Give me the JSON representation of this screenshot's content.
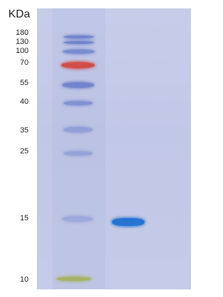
{
  "unit": "KDa",
  "ladder": [
    {
      "label": "180",
      "color": "#5a6fc4"
    },
    {
      "label": "130",
      "color": "#5a6fc4"
    },
    {
      "label": "100",
      "color": "#5f73c6"
    },
    {
      "label": "70",
      "color": "#d2423a"
    },
    {
      "label": "55",
      "color": "#5a6fc4"
    },
    {
      "label": "40",
      "color": "#6479c8"
    },
    {
      "label": "35",
      "color": "#7185cc"
    },
    {
      "label": "25",
      "color": "#7185cc"
    },
    {
      "label": "15",
      "color": "#7c90d2"
    },
    {
      "label": "10",
      "color": "#9fb04a"
    }
  ],
  "sample_band": {
    "label": "15",
    "color": "#1f6fd1"
  }
}
